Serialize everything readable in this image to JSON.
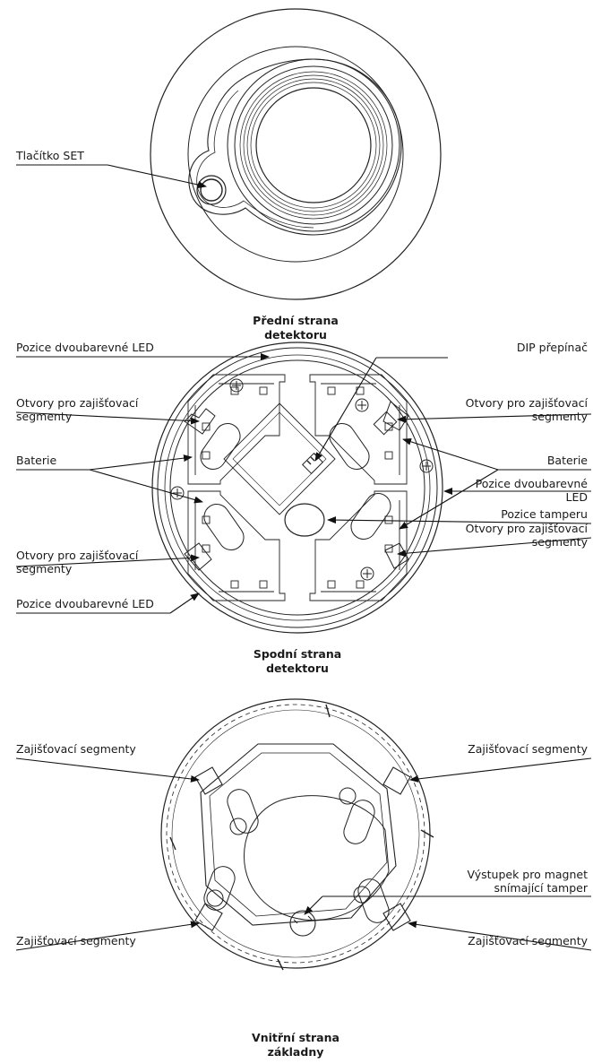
{
  "front": {
    "set_button_label": "Tlačítko SET",
    "caption_line1": "Přední strana",
    "caption_line2": "detektoru"
  },
  "bottom": {
    "led_pos_top_left": "Pozice dvoubarevné LED",
    "dip_switch": "DIP přepínač",
    "holes_left_upper_1": "Otvory pro zajišťovací",
    "holes_left_upper_2": "segmenty",
    "holes_right_upper_1": "Otvory pro zajišťovací",
    "holes_right_upper_2": "segmenty",
    "battery_left": "Baterie",
    "battery_right": "Baterie",
    "led_pos_right_1": "Pozice dvoubarevné",
    "led_pos_right_2": "LED",
    "tamper_pos": "Pozice tamperu",
    "holes_left_lower_1": "Otvory pro zajišťovací",
    "holes_left_lower_2": "segmenty",
    "holes_right_lower_1": "Otvory pro zajišťovací",
    "holes_right_lower_2": "segmenty",
    "led_pos_bottom_left": "Pozice dvoubarevné LED",
    "caption_line1": "Spodní strana",
    "caption_line2": "detektoru"
  },
  "base": {
    "seg_top_left": "Zajišťovací segmenty",
    "seg_top_right": "Zajišťovací segmenty",
    "magnet_1": "Výstupek pro magnet",
    "magnet_2": "snímající tamper",
    "seg_bottom_left": "Zajišťovací segmenty",
    "seg_bottom_right": "Zajišťovací segmenty",
    "caption_line1": "Vnitřní strana",
    "caption_line2": "základny"
  }
}
